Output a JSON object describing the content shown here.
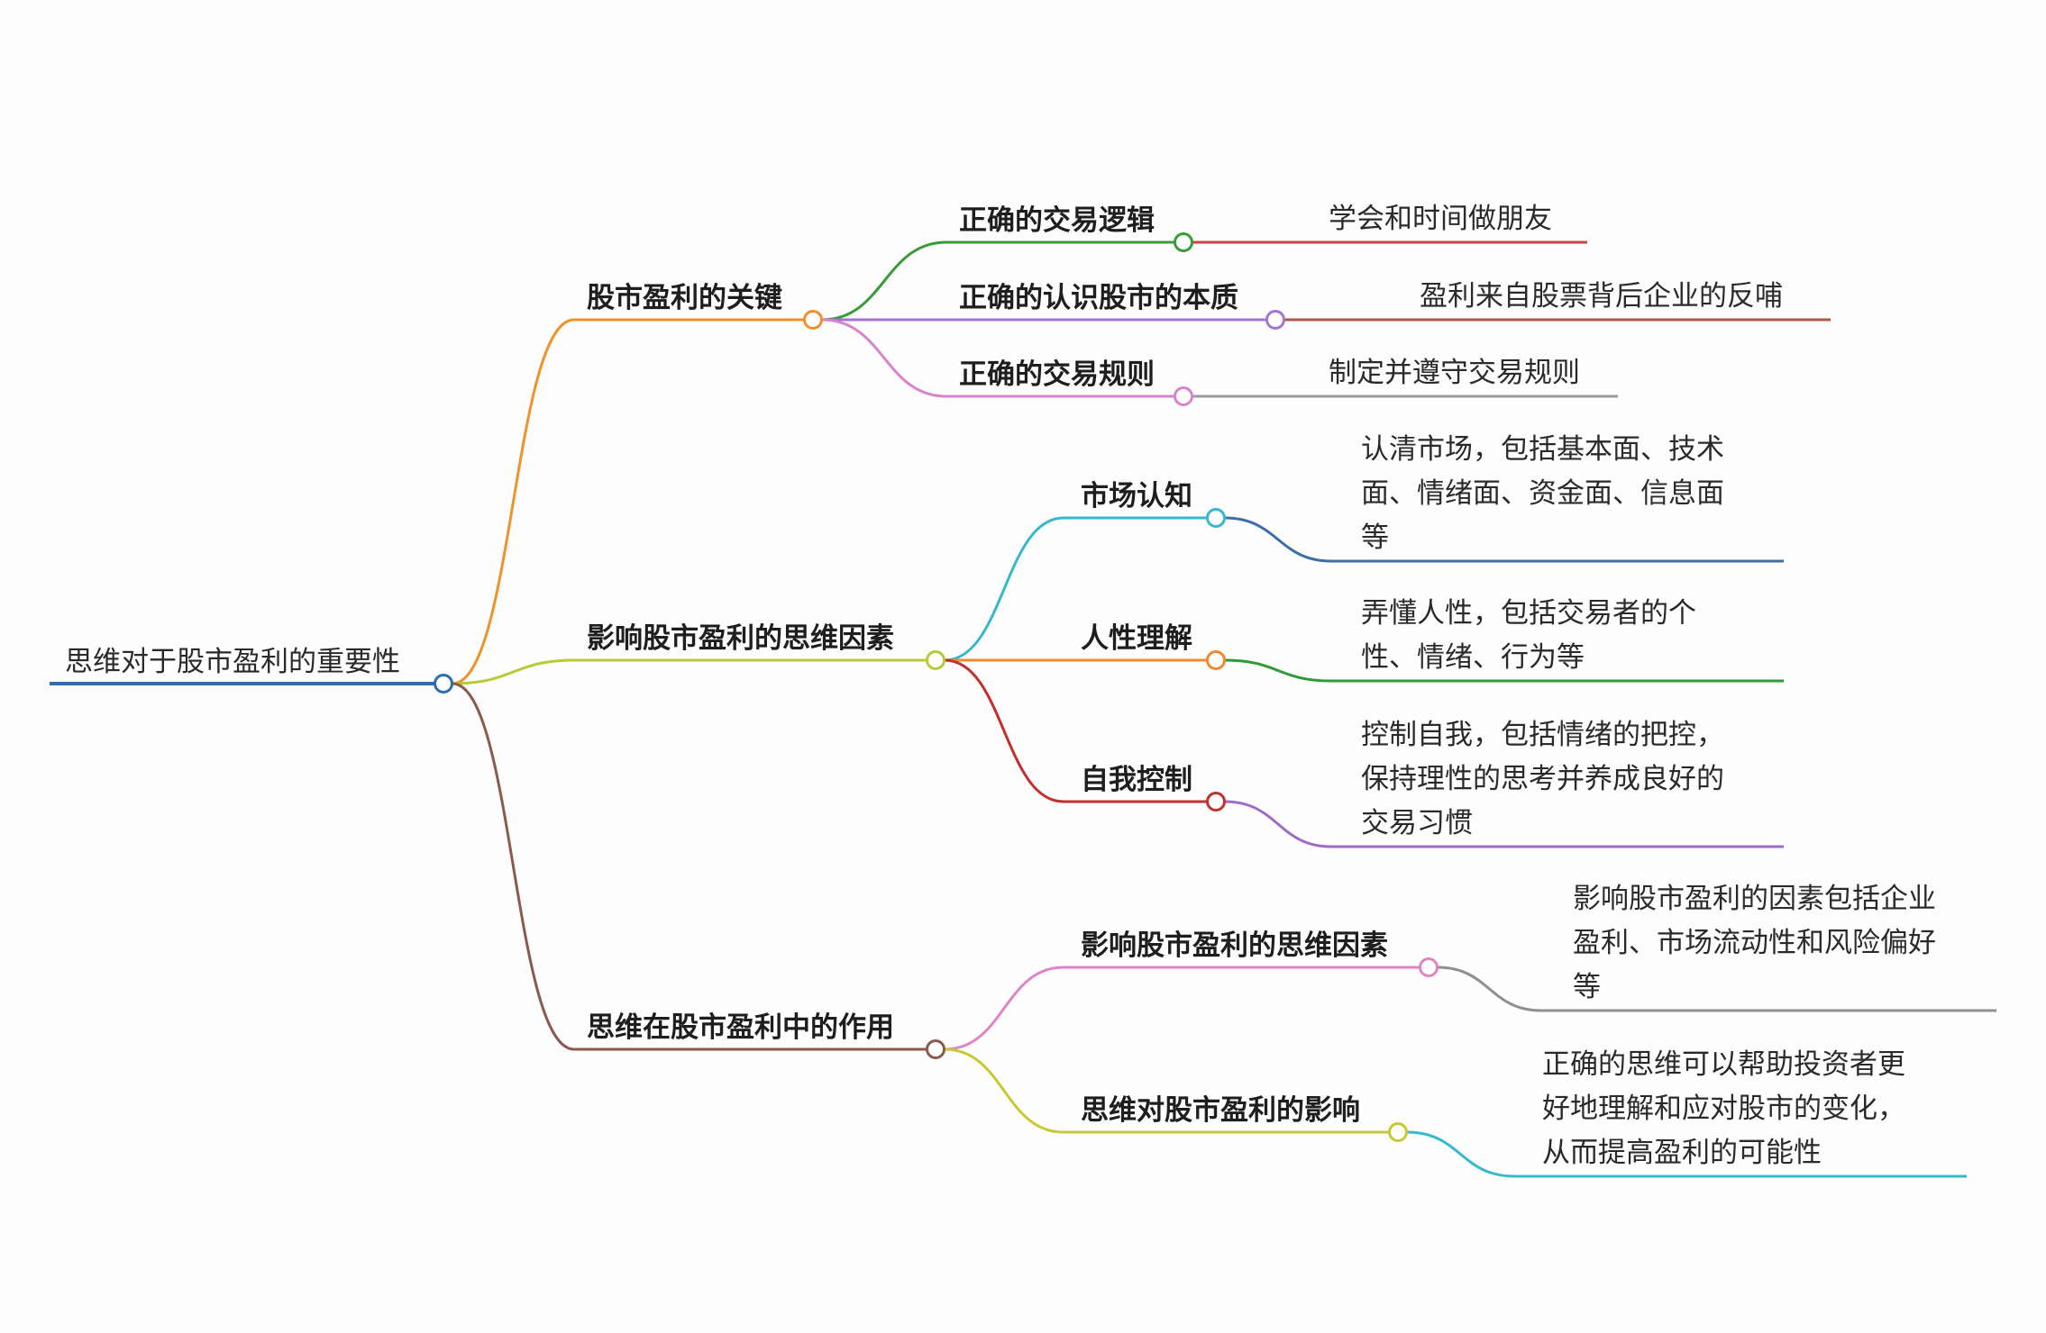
{
  "root": {
    "label": "思维对于股市盈利的重要性",
    "color": "#2d6db0"
  },
  "branches": [
    {
      "label": "股市盈利的关键",
      "color": "#f0922b",
      "children": [
        {
          "label": "正确的交易逻辑",
          "color": "#3a9a3a",
          "leaf": [
            "学会和时间做朋友"
          ],
          "leaf_color": "#c94444"
        },
        {
          "label": "正确的认识股市的本质",
          "color": "#a474d4",
          "leaf": [
            "盈利来自股票背后企业的反哺"
          ],
          "leaf_color": "#b05548"
        },
        {
          "label": "正确的交易规则",
          "color": "#d884cc",
          "leaf": [
            "制定并遵守交易规则"
          ],
          "leaf_color": "#9a9a9a"
        }
      ]
    },
    {
      "label": "影响股市盈利的思维因素",
      "color": "#b7c935",
      "children": [
        {
          "label": "市场认知",
          "color": "#38b7cc",
          "leaf": [
            "认清市场，包括基本面、技术",
            "面、情绪面、资金面、信息面",
            "等"
          ],
          "leaf_color": "#3a6ea8"
        },
        {
          "label": "人性理解",
          "color": "#f08a2c",
          "leaf": [
            "弄懂人性，包括交易者的个",
            "性、情绪、行为等"
          ],
          "leaf_color": "#2f9a3a"
        },
        {
          "label": "自我控制",
          "color": "#c2302f",
          "leaf": [
            "控制自我，包括情绪的把控，",
            "保持理性的思考并养成良好的",
            "交易习惯"
          ],
          "leaf_color": "#9c6cc8"
        }
      ]
    },
    {
      "label": "思维在股市盈利中的作用",
      "color": "#8c5a4c",
      "children": [
        {
          "label": "影响股市盈利的思维因素",
          "color": "#e084c8",
          "leaf": [
            "影响股市盈利的因素包括企业",
            "盈利、市场流动性和风险偏好",
            "等"
          ],
          "leaf_color": "#8f8f8f"
        },
        {
          "label": "思维对股市盈利的影响",
          "color": "#c8c832",
          "leaf": [
            "正确的思维可以帮助投资者更",
            "好地理解和应对股市的变化，",
            "从而提高盈利的可能性"
          ],
          "leaf_color": "#35b9cc"
        }
      ]
    }
  ]
}
